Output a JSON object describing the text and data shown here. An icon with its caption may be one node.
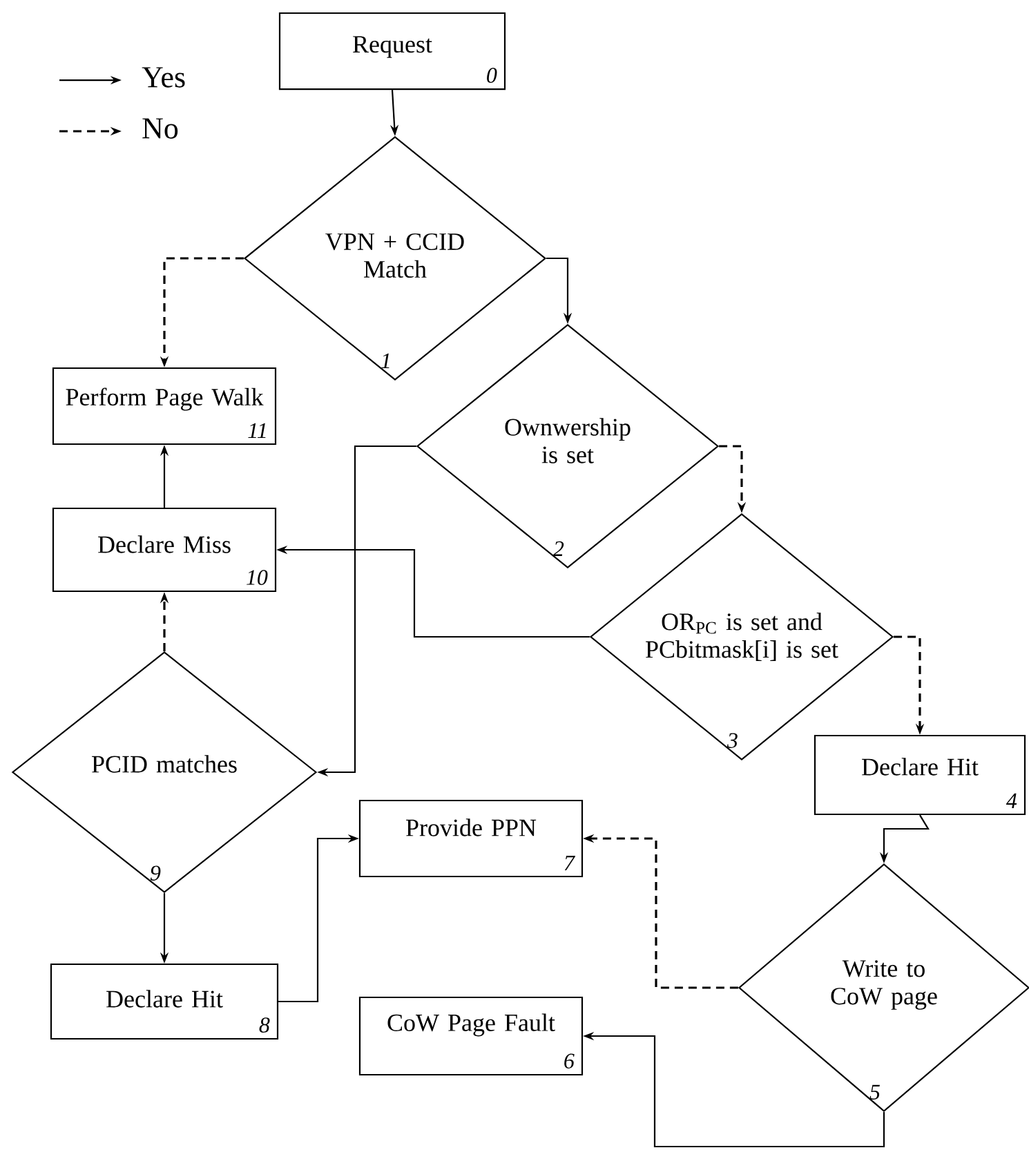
{
  "diagram": {
    "nodes": [
      {
        "text": [
          "Request",
          "0"
        ]
      },
      {
        "text": [
          "VPN + CCID Match",
          "1"
        ]
      },
      {
        "text": [
          "Ownwership is set",
          "2"
        ]
      },
      {
        "text": [
          "OR$_{PC}$ is set and PCbitmask[i] is set",
          "3"
        ]
      },
      {
        "text": [
          "Declare Hit",
          "4"
        ]
      },
      {
        "text": [
          "Write to CoW page",
          "5"
        ]
      },
      {
        "text": [
          "CoW Page Fault",
          "6"
        ]
      },
      {
        "text": [
          "Provide PPN",
          "7"
        ]
      },
      {
        "text": [
          "Declare Hit",
          "8"
        ]
      },
      {
        "text": [
          "PCID matches",
          "9"
        ]
      },
      {
        "text": [
          "Declare Miss",
          "10"
        ]
      },
      {
        "text": [
          "Perform Page Walk",
          "11"
        ]
      }
    ],
    "edges": [
      {
        "from": 0,
        "to": 1,
        "arrow": "to"
      },
      {
        "from": 1,
        "to": 11,
        "arrow": "to",
        "style": "dashed"
      },
      {
        "from": 1,
        "to": 2,
        "arrow": "to"
      },
      {
        "from": 2,
        "to": 9,
        "arrow": "to"
      },
      {
        "from": 2,
        "to": 3,
        "arrow": "to",
        "style": "dashed"
      },
      {
        "from": 3,
        "to": 10,
        "arrow": "to"
      },
      {
        "from": 3,
        "to": 4,
        "arrow": "to",
        "style": "dashed"
      },
      {
        "from": 10,
        "to": 11,
        "arrow": "to"
      },
      {
        "from": 9,
        "to": 10,
        "arrow": "to",
        "style": "dashed"
      },
      {
        "from": 9,
        "to": 8,
        "arrow": "to"
      },
      {
        "from": 8,
        "to": 7,
        "arrow": "to"
      },
      {
        "from": 4,
        "to": 5,
        "arrow": "to"
      },
      {
        "from": 5,
        "to": 7,
        "arrow": "to",
        "style": "dashed"
      },
      {
        "from": 5,
        "to": 6,
        "arrow": "to"
      }
    ],
    "legend": [
      {
        "text": "Yes"
      },
      {
        "text": "No"
      }
    ]
  }
}
